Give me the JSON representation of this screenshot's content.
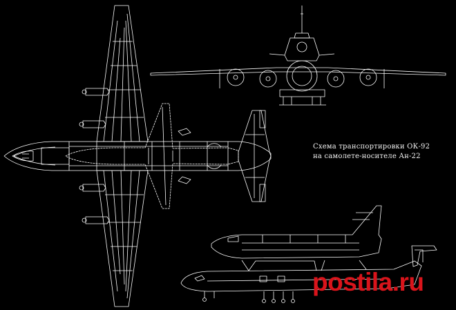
{
  "caption": {
    "line1": "Схема транспортировки ОК-92",
    "line2": "на самолете-носителе Ан-22"
  },
  "watermark": {
    "text": "postila.ru",
    "color": "#d9141b"
  },
  "colors": {
    "background": "#000000",
    "lines": "#ffffff"
  }
}
